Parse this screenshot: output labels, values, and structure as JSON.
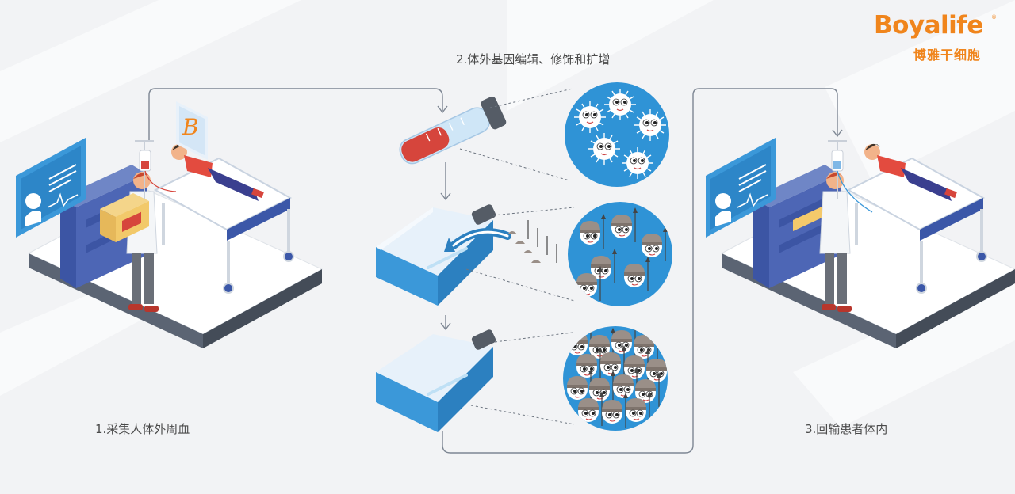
{
  "brand": {
    "name": "Boyalife",
    "registered": "®",
    "subtitle": "博雅干细胞",
    "badge_letter": "B"
  },
  "steps": [
    {
      "label": "1.采集人体外周血"
    },
    {
      "label": "2.体外基因编辑、修饰和扩增"
    },
    {
      "label": "3.回输患者体内"
    }
  ],
  "colors": {
    "brand_orange": "#f0851c",
    "accent_blue": "#3b98d9",
    "cell_blue": "#2f93d6",
    "blood_red": "#d6453c",
    "background": "#f2f3f5"
  },
  "icons": [
    "monitor-icon",
    "iv-bag-icon",
    "patient-icon",
    "doctor-icon",
    "test-tube-icon",
    "culture-flask-icon",
    "cell-magnifier-icon",
    "arrow-down-icon"
  ]
}
